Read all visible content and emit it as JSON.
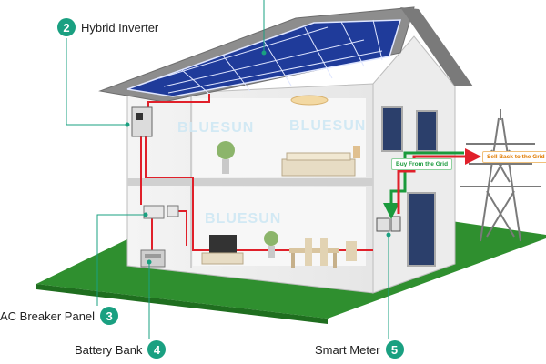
{
  "callouts": {
    "hybrid_inverter": {
      "number": "2",
      "label": "Hybrid Inverter"
    },
    "ac_breaker_panel": {
      "number": "3",
      "label": "AC Breaker Panel"
    },
    "battery_bank": {
      "number": "4",
      "label": "Battery Bank"
    },
    "smart_meter": {
      "number": "5",
      "label": "Smart Meter"
    }
  },
  "grid_labels": {
    "buy": "Buy From the Grid",
    "sell": "Sell Back to the Grid"
  },
  "watermark": "BLUESUN",
  "colors": {
    "accent": "#1aa081",
    "lawn": "#2f8f2f",
    "panel": "#1f3b9a",
    "wire": "#e0202a",
    "buy_arrow": "#1a9a3c",
    "sell_arrow": "#e0202a"
  }
}
